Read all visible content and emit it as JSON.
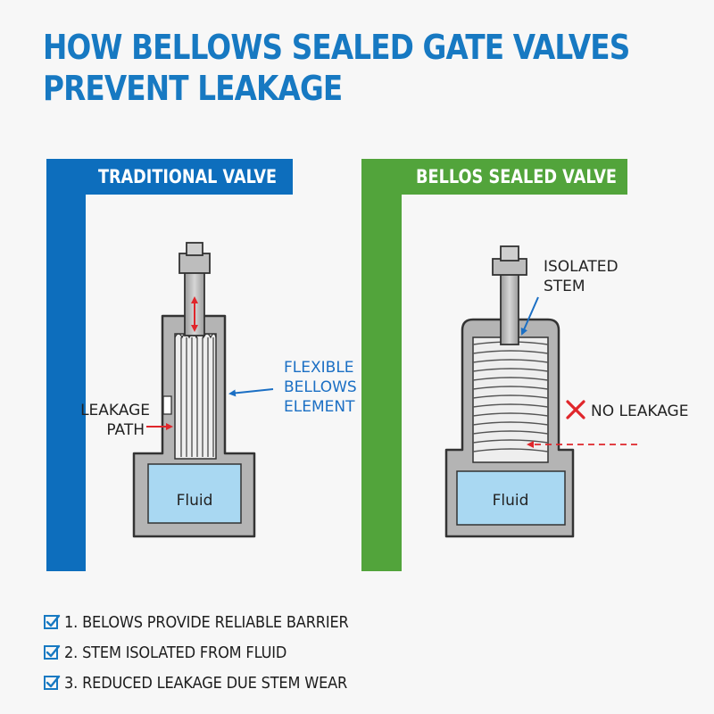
{
  "title": {
    "line1": "HOW BELLOWS SEALED GATE VALVES",
    "line2": "PREVENT LEAKAGE"
  },
  "left_panel": {
    "heading": "TRADITIONAL VALVE",
    "accent_color": "#0d6ebd",
    "leakage_label_line1": "LEAKAGE",
    "leakage_label_line2": "PATH",
    "bellows_label_line1": "FLEXIBLE",
    "bellows_label_line2": "BELLOWS",
    "bellows_label_line3": "ELEMENT",
    "fluid_label": "Fluid"
  },
  "right_panel": {
    "heading": "BELLOS SEALED VALVE",
    "accent_color": "#52a43b",
    "stem_label_line1": "ISOLATED",
    "stem_label_line2": "STEM",
    "no_leakage_label": "NO LEAKAGE",
    "fluid_label": "Fluid"
  },
  "colors": {
    "title": "#1779c2",
    "leak_arrow": "#e0262b",
    "callout_arrow": "#1b6fc4",
    "fluid": "#a9d8f2",
    "body_gray": "#b4b4b4",
    "check": "#1779c2"
  },
  "icons": {
    "check": "checkbox-checked-icon",
    "no_leak": "red-x-icon"
  },
  "checklist": [
    "1. BELOWS PROVIDE RELIABLE BARRIER",
    "2. STEM ISOLATED FROM FLUID",
    "3. REDUCED LEAKAGE DUE STEM WEAR"
  ]
}
